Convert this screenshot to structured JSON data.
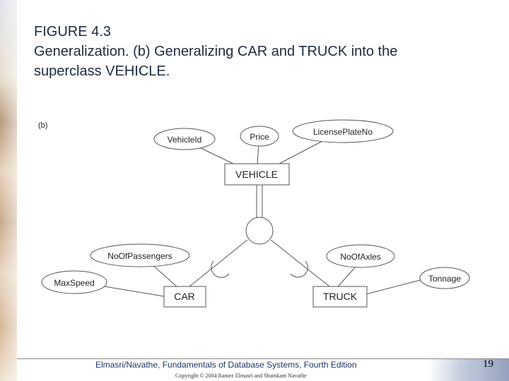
{
  "title": {
    "line1": "FIGURE 4.3",
    "line2": "Generalization. (b) Generalizing CAR and TRUCK into the",
    "line3": "superclass VEHICLE."
  },
  "diagram": {
    "label": "(b)",
    "entities": {
      "vehicle": "VEHICLE",
      "car": "CAR",
      "truck": "TRUCK"
    },
    "attributes": {
      "vehicle_id": "VehicleId",
      "price": "Price",
      "license_plate_no": "LicensePlateNo",
      "no_of_passengers": "NoOfPassengers",
      "max_speed": "MaxSpeed",
      "no_of_axles": "NoOfAxles",
      "tonnage": "Tonnage"
    }
  },
  "footer": {
    "title": "Elmasri/Navathe, Fundamentals of Database Systems, Fourth Edition",
    "copyright": "Copyright © 2004 Ramez Elmasri and Shamkant Navathe",
    "page": "19"
  }
}
